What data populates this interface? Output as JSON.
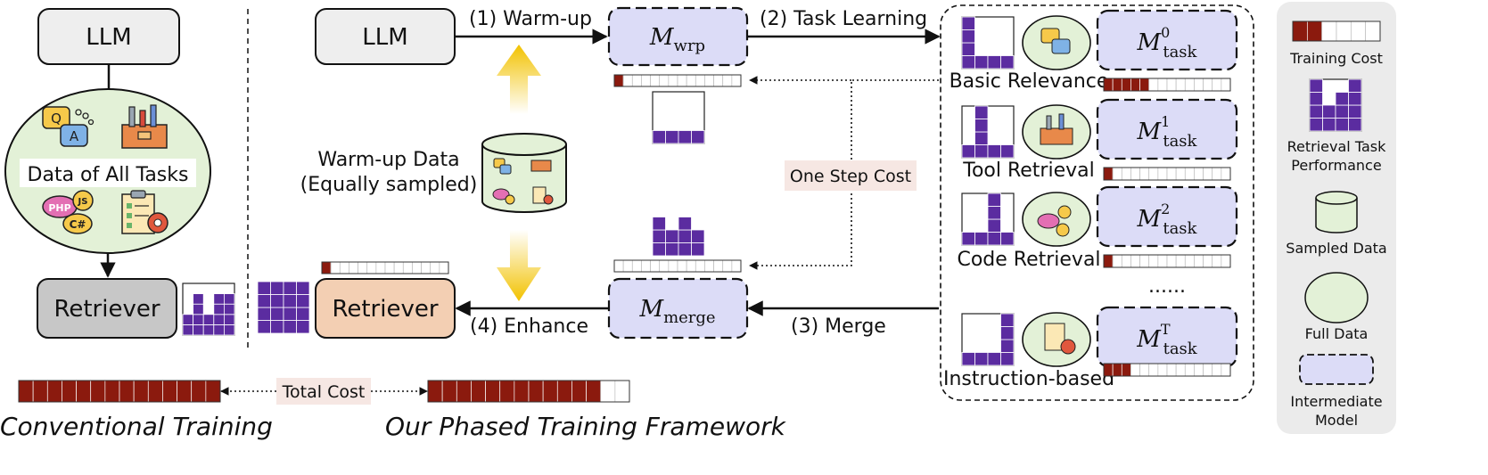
{
  "conventional": {
    "llm_label": "LLM",
    "data_label": "Data of All Tasks",
    "retriever_label": "Retriever",
    "performance": [
      0.4,
      0.75,
      0.4,
      0.75,
      0.75
    ],
    "caption": "Conventional Training"
  },
  "phased": {
    "llm_label": "LLM",
    "step1": "(1) Warm-up",
    "step2": "(2) Task Learning",
    "step3": "(3) Merge",
    "step4": "(4) Enhance",
    "warmup_data": [
      "Warm-up Data",
      "(Equally sampled)"
    ],
    "one_step_cost": "One Step Cost",
    "total_cost": "Total Cost",
    "m_wrp": {
      "symbol": "M",
      "sub": "wrp"
    },
    "m_merge": {
      "symbol": "M",
      "sub": "merge"
    },
    "retriever_label": "Retriever",
    "caption": "Our Phased Training Framework",
    "warmup_cost_fraction": 0.07,
    "merge_cost_fraction": 0.0,
    "retriever_cost_fraction": 0.05,
    "total_cost_fraction": 0.85,
    "conventional_cost_fraction": 1.0,
    "wrp_performance": [
      0.25,
      0.25,
      0.25,
      0.25
    ],
    "merge_performance": [
      0.8,
      0.6,
      0.8,
      0.6
    ],
    "enhanced_performance": [
      1.0,
      1.0,
      1.0,
      1.0
    ],
    "tasks": [
      {
        "name": "Basic Relevance",
        "sup": "0",
        "cost": 0.37,
        "performance": [
          1.0,
          0.25,
          0.25,
          0.25
        ],
        "icon": "qa-chat-icon"
      },
      {
        "name": "Tool Retrieval",
        "sup": "1",
        "cost": 0.08,
        "performance": [
          0.25,
          1.0,
          0.25,
          0.25
        ],
        "icon": "toolbox-icon"
      },
      {
        "name": "Code Retrieval",
        "sup": "2",
        "cost": 0.08,
        "performance": [
          0.25,
          0.25,
          1.0,
          0.25
        ],
        "icon": "code-icon"
      },
      {
        "name": "Instruction-based",
        "sup": "T",
        "cost": 0.2,
        "performance": [
          0.25,
          0.25,
          0.25,
          1.0
        ],
        "icon": "checklist-icon"
      }
    ],
    "ellipsis": "......",
    "m_task": {
      "symbol": "M",
      "sub": "task"
    }
  },
  "legend": {
    "training_cost": "Training Cost",
    "retrieval_perf": [
      "Retrieval Task",
      "Performance"
    ],
    "sampled_data": "Sampled Data",
    "full_data": "Full Data",
    "intermediate_model": [
      "Intermediate",
      "Model"
    ],
    "cost_fraction": 0.33,
    "perf_fraction": [
      1.0,
      0.5,
      0.75,
      1.0
    ]
  },
  "colors": {
    "cost": "#8b1a0e",
    "perf": "#5b2ca0",
    "data_fill": "#e3f1d7",
    "model_fill": "#dcdcf7",
    "retriever_gray": "#c7c7c7",
    "retriever_orange": "#f3cfb3",
    "arrow_gold": "#f2c200",
    "legend_bg": "#ebebeb"
  }
}
